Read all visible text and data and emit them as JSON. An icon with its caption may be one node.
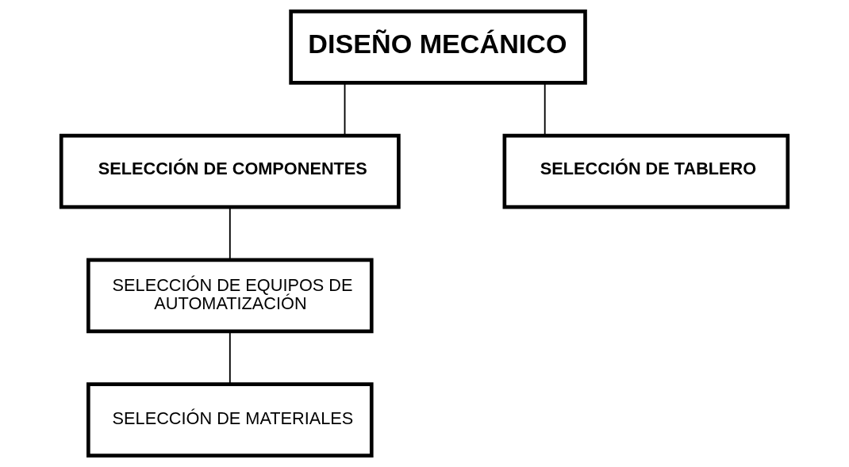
{
  "diagram": {
    "nodes": [
      {
        "text": [
          "DISEÑO MECÁNICO"
        ]
      },
      {
        "text": [
          "SELECCIÓN DE COMPONENTES"
        ]
      },
      {
        "text": [
          "SELECCIÓN DE TABLERO"
        ]
      },
      {
        "text": [
          "SELECCIÓN DE EQUIPOS DE AUTOMATIZACIÓN"
        ]
      },
      {
        "text": [
          "SELECCIÓN DE MATERIALES"
        ]
      }
    ],
    "edges": [
      {
        "from": 0,
        "to": 1,
        "arrow": "none"
      },
      {
        "from": 0,
        "to": 2,
        "arrow": "none"
      },
      {
        "from": 1,
        "to": 3,
        "arrow": "none"
      },
      {
        "from": 3,
        "to": 4,
        "arrow": "none"
      }
    ]
  }
}
